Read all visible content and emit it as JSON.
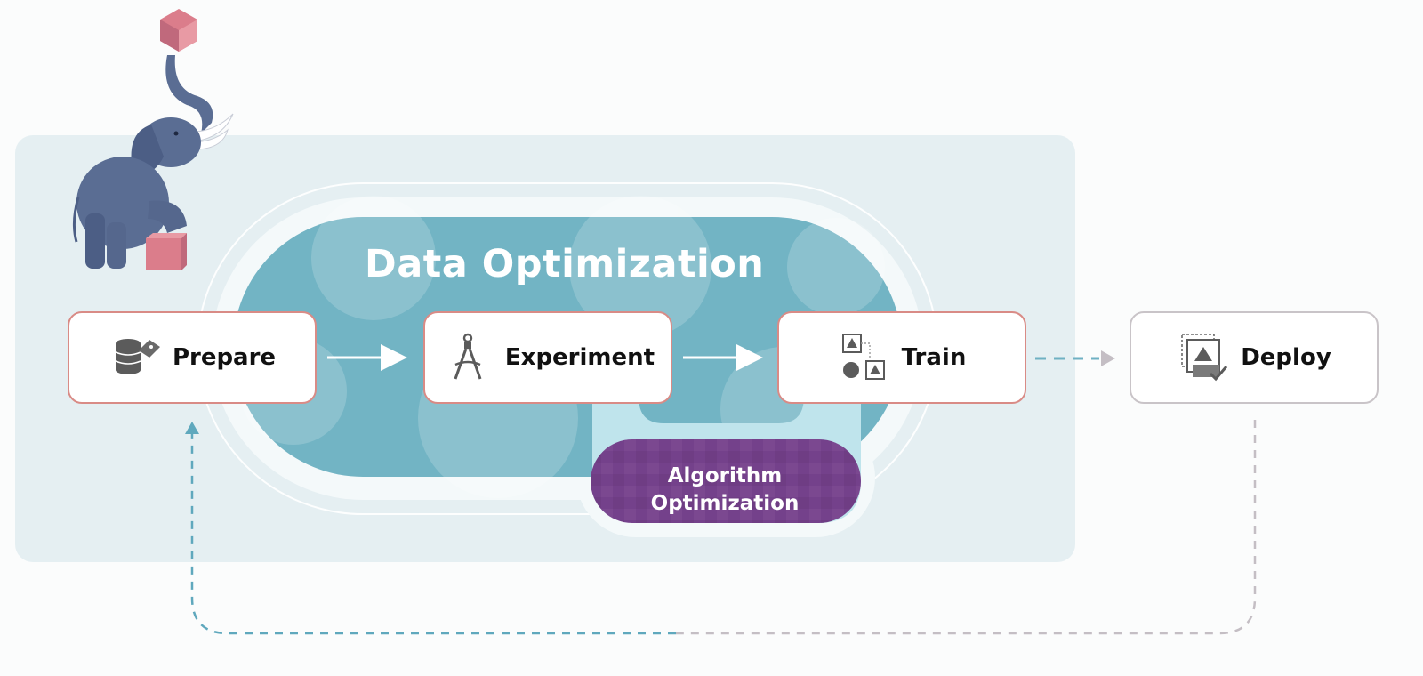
{
  "diagram": {
    "title": "Data Optimization",
    "stages": [
      {
        "label": "Prepare",
        "icon": "database-tag-icon"
      },
      {
        "label": "Experiment",
        "icon": "compass-tool-icon"
      },
      {
        "label": "Train",
        "icon": "shapes-icon"
      },
      {
        "label": "Deploy",
        "icon": "deploy-image-check-icon"
      }
    ],
    "algorithm": {
      "line1": "Algorithm",
      "line2": "Optimization"
    },
    "mascot": "elephant-balancing-cube-icon",
    "colors": {
      "outer_panel": "#e5eff2",
      "data_pool": "#72b4c4",
      "algorithm_pill": "#74418b",
      "stage_border": "#d98b86",
      "deploy_border": "#c9c4c8",
      "loop_arrow": "#5fa8bd",
      "deploy_arrow": "#c4bec4",
      "elephant": "#5a6d93",
      "cube": "#db7d8b"
    }
  }
}
